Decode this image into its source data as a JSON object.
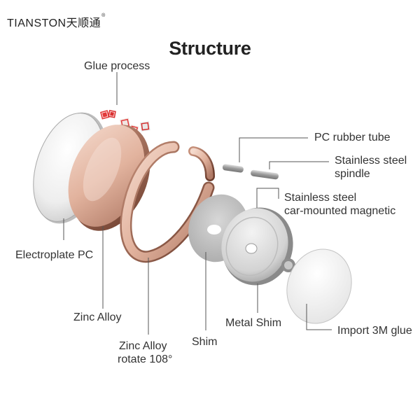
{
  "brand": {
    "name": "TIANSTON天顺通",
    "mark": "®"
  },
  "title": "Structure",
  "labels": {
    "glue_process": "Glue process",
    "pc_rubber_tube": "PC rubber tube",
    "stainless_steel_spindle_1": "Stainless steel",
    "stainless_steel_spindle_2": "spindle",
    "magnetic_1": "Stainless steel",
    "magnetic_2": "car-mounted magnetic",
    "electroplate_pc": "Electroplate PC",
    "zinc_alloy": "Zinc Alloy",
    "zinc_alloy_rotate_1": "Zinc Alloy",
    "zinc_alloy_rotate_2": "rotate 108°",
    "shim": "Shim",
    "metal_shim": "Metal Shim",
    "import_3m_glue": "Import 3M glue"
  },
  "colors": {
    "rose_gold": "#e3b9a5",
    "rose_gold_dark": "#b47d67",
    "silver": "#d9d9d9",
    "glue_red": "#e23a3a",
    "leader_line": "#555555"
  }
}
